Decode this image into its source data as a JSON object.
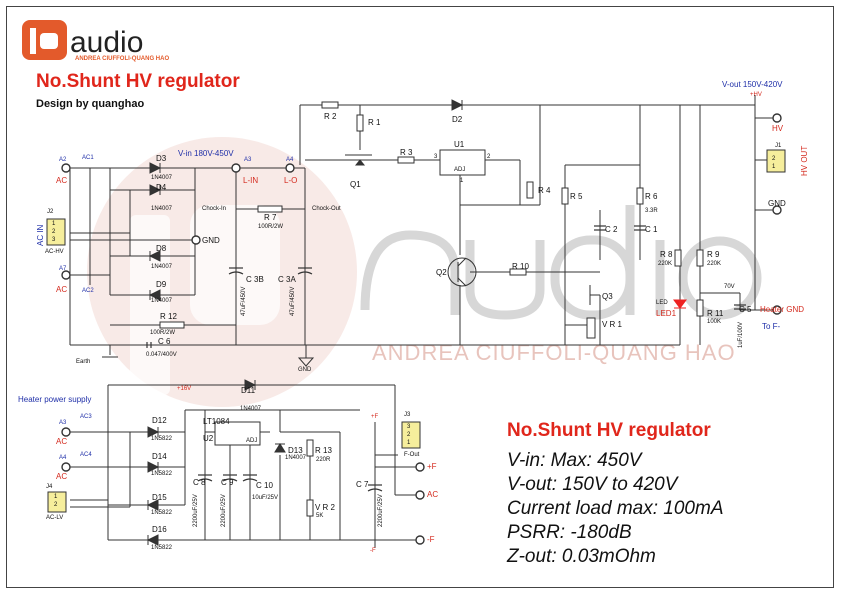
{
  "brand": {
    "name": "audio",
    "tagline": "ANDREA CIUFFOLI-QUANG HAO"
  },
  "title": "No.Shunt HV regulator",
  "subtitle": "Design by quanghao",
  "specs": {
    "title": "No.Shunt HV regulator",
    "lines": [
      "V-in: Max: 450V",
      "V-out: 150V to 420V",
      "Current load max: 100mA",
      "PSRR: -180dB",
      "Z-out: 0.03mOhm"
    ]
  },
  "watermark": {
    "text": "ANDREA CIUFFOLI-QUANG HAO"
  },
  "labels": {
    "vin": "V-in 180V-450V",
    "vout": "V-out 150V-420V",
    "plus_hv": "+HV",
    "hv": "HV",
    "hv_out": "HV OUT",
    "gnd": "GND",
    "heater_gnd": "Heater GND",
    "to_f": "To F-",
    "a2": "A2",
    "ac1": "AC1",
    "ac_a": "AC",
    "a7": "A7",
    "ac2": "AC2",
    "ac_b": "AC",
    "a3": "A3",
    "l_in": "L-IN",
    "a4": "A4",
    "l_o": "L-O",
    "j2": "J2",
    "ac_in": "AC IN",
    "ac_hv": "AC-HV",
    "j1": "J1",
    "earth": "Earth",
    "chock_in": "Chock-In",
    "chock_out": "Chock-Out",
    "heater_supply": "Heater power supply",
    "a3b": "A3",
    "ac3": "AC3",
    "ac_c": "AC",
    "a4b": "A4",
    "ac4": "AC4",
    "ac_d": "AC",
    "j4": "J4",
    "ac_lv": "AC-LV",
    "j3": "J3",
    "f_out": "F-Out",
    "plus_f": "+F",
    "minus_f": "-F",
    "ac_e": "AC",
    "plus_16v": "+16V",
    "plus_f_node": "+F",
    "minus_f_node": "-F",
    "v70": "70V",
    "pin1": "1",
    "pin2": "2",
    "pin3": "3",
    "pin_adj": "ADJ",
    "d2": "D2",
    "led_tag": "LED"
  },
  "components": {
    "r1": "R 1",
    "r2": "R 2",
    "r3": "R 3",
    "r4": "R 4",
    "r5": "R 5",
    "r6": "R 6",
    "r6v": "3.3R",
    "r7": "R 7",
    "r7v": "100R/2W",
    "r8": "R 8",
    "r8v": "220K",
    "r9": "R 9",
    "r9v": "220K",
    "r10": "R 10",
    "r11": "R 11",
    "r11v": "100K",
    "r12": "R 12",
    "r12v": "100R/2W",
    "r13": "R 13",
    "r13v": "220R",
    "c1": "C 1",
    "c2": "C 2",
    "c5": "C 5",
    "c5v": "1uF/100V",
    "c6": "C 6",
    "c6v": "0.047/400V",
    "c3b": "C 3B",
    "c3bv": "47uF/450V",
    "c3a": "C 3A",
    "c3av": "47uF/450V",
    "c7": "C 7",
    "c7v": "2200uF/25V",
    "c8": "C 8",
    "c8v": "2200uF/25V",
    "c9": "C 9",
    "c9v": "2200uF/25V",
    "c10": "C 10",
    "c10v": "10uF/25V",
    "d3": "D3",
    "d4": "D4",
    "d8": "D8",
    "d9": "D9",
    "dv": "1N4007",
    "d11": "D11",
    "d11v": "1N4007",
    "d13": "D13",
    "d13v": "1N4007",
    "d12": "D12",
    "d14": "D14",
    "d15": "D15",
    "d16": "D16",
    "dsv": "1N5822",
    "q1": "Q1",
    "q2": "Q2",
    "q3": "Q3",
    "u1": "U1",
    "u1adj": "ADJ",
    "u2": "U2",
    "u2name": "LT1084",
    "vr1": "V R 1",
    "vr2": "V R 2",
    "vr2v": "5K",
    "led1": "LED1"
  },
  "colors": {
    "title_red": "#e0261b",
    "wire": "#333333",
    "blue_label": "#1f2fa8",
    "connector": "#f6ee9c"
  }
}
